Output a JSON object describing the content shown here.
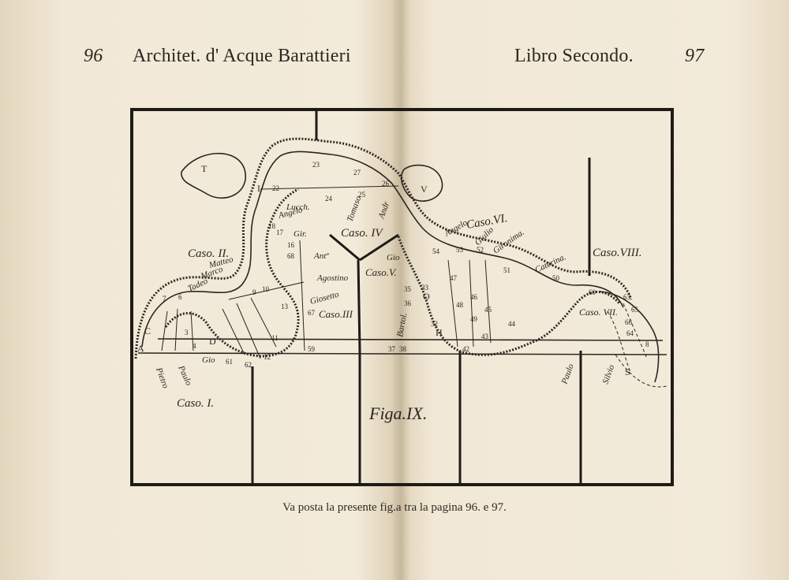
{
  "header": {
    "left_page_number": "96",
    "left_running_title": "Architet. d' Acque Barattieri",
    "right_running_title": "Libro Secondo.",
    "right_page_number": "97"
  },
  "figure": {
    "title": "Figa.IX.",
    "cases": [
      "Caso. I.",
      "Caso. II.",
      "Caso.III",
      "Caso. IV",
      "Caso.V.",
      "Caso.VI.",
      "Caso. VII.",
      "Caso.VIII."
    ],
    "names": [
      "Pietro",
      "Paulo",
      "Gio",
      "Matteo",
      "Marco",
      "Tadeo",
      "Angelo",
      "Gir.",
      "Antº",
      "Agostino",
      "Giosetto",
      "Lucch.",
      "Tomaso",
      "Andr",
      "Angelo",
      "Giulio",
      "Gironima.",
      "Caterina.",
      "Paulo",
      "Silvio",
      "Bartol.",
      "Gio"
    ],
    "letters": [
      "A",
      "C",
      "D",
      "T",
      "V",
      "I",
      "S",
      "H",
      "O"
    ],
    "numbers": [
      "61",
      "62",
      "12",
      "59",
      "67",
      "16",
      "68",
      "17",
      "18",
      "23",
      "27",
      "24",
      "25",
      "22",
      "35",
      "33",
      "36",
      "37",
      "38",
      "32",
      "47",
      "46",
      "48",
      "49",
      "45",
      "44",
      "43",
      "42",
      "53",
      "52",
      "54",
      "51",
      "50",
      "60",
      "66",
      "65",
      "64",
      "63",
      "8",
      "7",
      "6",
      "3",
      "4",
      "9",
      "10",
      "11",
      "13",
      "26"
    ]
  },
  "caption": "Va posta la presente fig.a tra la pagina 96. e 97.",
  "colors": {
    "paper": "#f1e8d6",
    "ink": "#2b2620",
    "frame": "#1e1b17"
  }
}
